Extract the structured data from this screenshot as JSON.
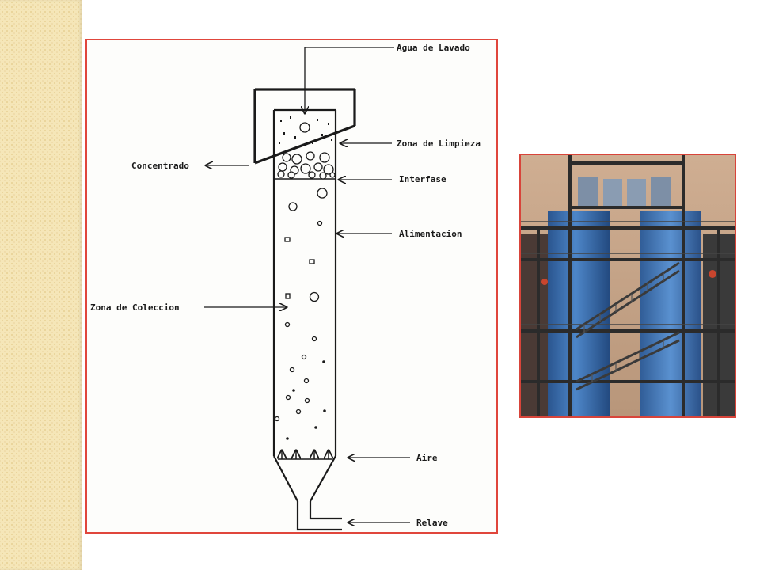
{
  "labels": {
    "agua": "Agua de Lavado",
    "limpieza": "Zona de Limpieza",
    "concentrado": "Concentrado",
    "interfase": "Interfase",
    "alimentacion": "Alimentacion",
    "coleccion": "Zona de Coleccion",
    "aire": "Aire",
    "relave": "Relave"
  },
  "colors": {
    "frame_border": "#e0463c",
    "background_band": "#f5e6b8",
    "column_blue": "#3a6fb3",
    "steel": "#3a3a3a"
  }
}
